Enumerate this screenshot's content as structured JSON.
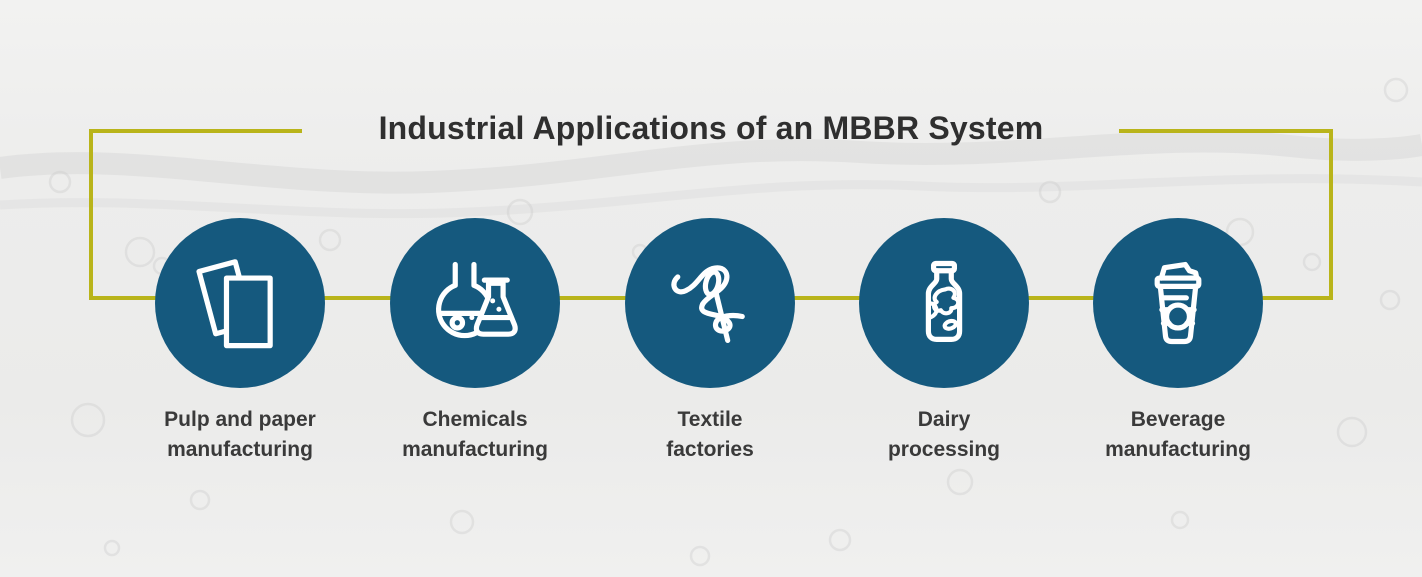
{
  "title": "Industrial Applications of an MBBR System",
  "colors": {
    "accent_line": "#b9b41a",
    "circle_fill": "#15597e",
    "icon_stroke": "#ffffff",
    "title_text": "#2f2f2f",
    "label_text": "#3a3a3a",
    "background": "#ededec"
  },
  "items": [
    {
      "icon": "paper-sheets-icon",
      "label": "Pulp and paper\nmanufacturing"
    },
    {
      "icon": "chemical-flasks-icon",
      "label": "Chemicals\nmanufacturing"
    },
    {
      "icon": "needle-thread-icon",
      "label": "Textile\nfactories"
    },
    {
      "icon": "milk-bottle-icon",
      "label": "Dairy\nprocessing"
    },
    {
      "icon": "beverage-cup-icon",
      "label": "Beverage\nmanufacturing"
    }
  ]
}
